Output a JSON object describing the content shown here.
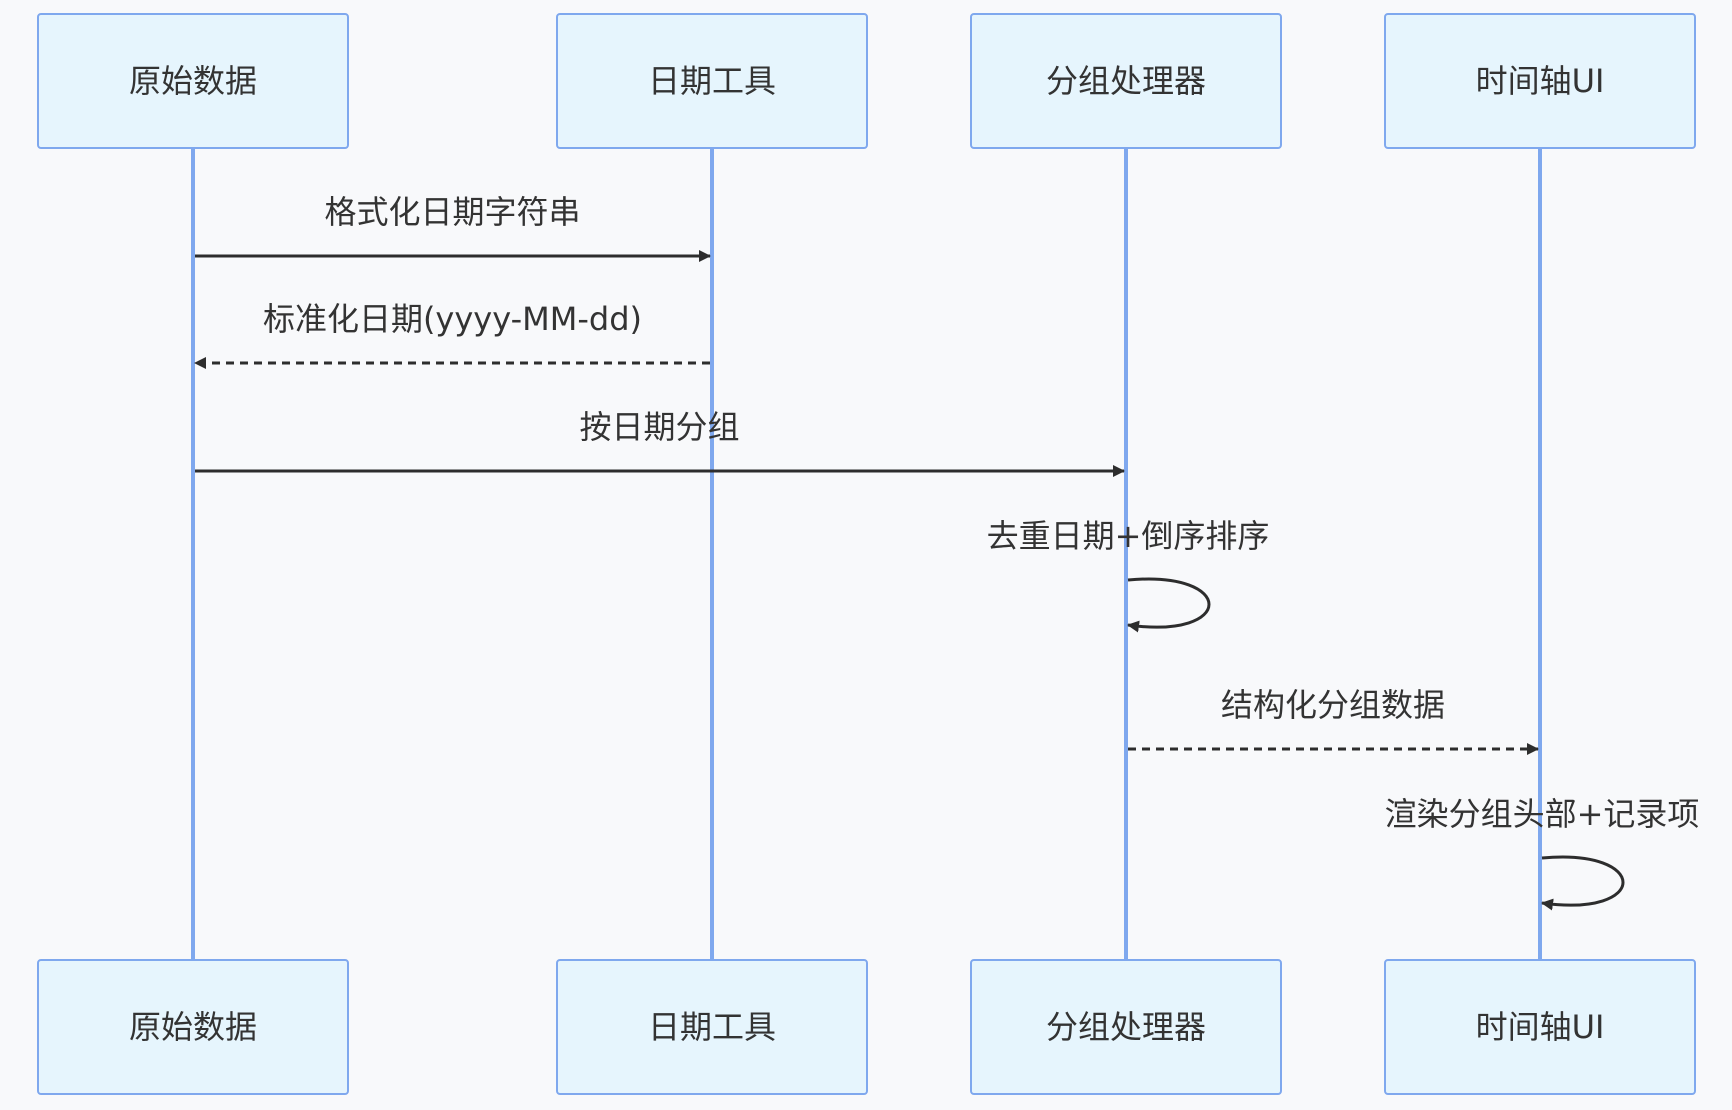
{
  "participants": [
    {
      "id": "p0",
      "label": "原始数据"
    },
    {
      "id": "p1",
      "label": "日期工具"
    },
    {
      "id": "p2",
      "label": "分组处理器"
    },
    {
      "id": "p3",
      "label": "时间轴UI"
    }
  ],
  "messages": [
    {
      "from": 0,
      "to": 1,
      "label": "格式化日期字符串",
      "style": "solid"
    },
    {
      "from": 1,
      "to": 0,
      "label": "标准化日期(yyyy-MM-dd)",
      "style": "dashed"
    },
    {
      "from": 0,
      "to": 2,
      "label": "按日期分组",
      "style": "solid"
    },
    {
      "from": 2,
      "to": 2,
      "label": "去重日期+倒序排序",
      "style": "solid"
    },
    {
      "from": 2,
      "to": 3,
      "label": "结构化分组数据",
      "style": "dashed"
    },
    {
      "from": 3,
      "to": 3,
      "label": "渲染分组头部+记录项",
      "style": "solid"
    }
  ],
  "colors": {
    "background": "#f8f9fb",
    "actor_fill": "#e6f5fd",
    "actor_border": "#7fa8ee",
    "lifeline": "#7fa8ee",
    "message_line": "#2d2d2d",
    "text": "#333333"
  }
}
